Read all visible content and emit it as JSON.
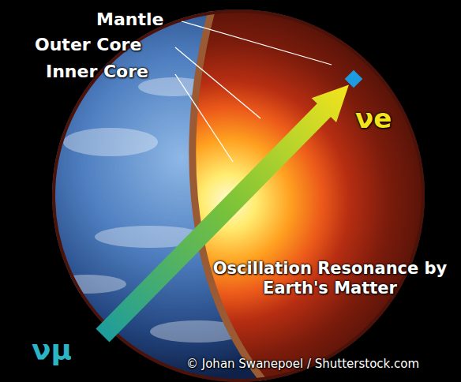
{
  "diagram": {
    "labels": [
      "Mantle",
      "Outer Core",
      "Inner Core",
      "νe",
      "Oscillation Resonance by Earth's Matter",
      "νμ",
      "© Johan Swanepoel / Shutterstock.com"
    ]
  }
}
